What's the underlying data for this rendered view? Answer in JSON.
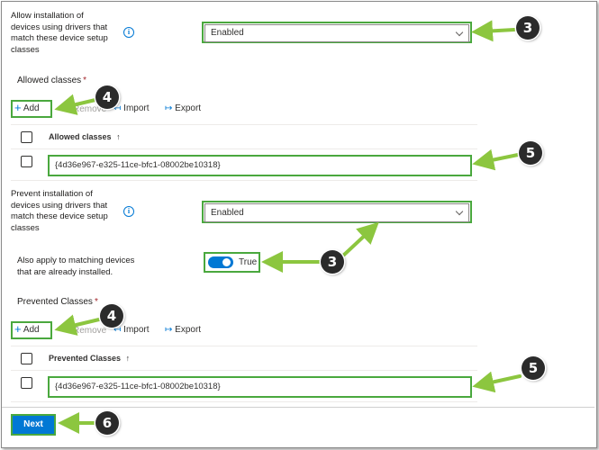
{
  "allow_section": {
    "label_lines": [
      "Allow installation of",
      "devices using drivers that",
      "match these device setup",
      "classes"
    ],
    "dropdown_value": "Enabled",
    "classes_title": "Allowed classes",
    "required_mark": "*",
    "toolbar": {
      "add": "Add",
      "remove": "Remove",
      "import": "Import",
      "export": "Export"
    },
    "grid_header": "Allowed classes",
    "sort_indicator": "↑",
    "row_value": "{4d36e967-e325-11ce-bfc1-08002be10318}"
  },
  "prevent_section": {
    "label_lines": [
      "Prevent installation of",
      "devices using drivers that",
      "match these device setup",
      "classes"
    ],
    "dropdown_value": "Enabled",
    "also_apply_lines": [
      "Also apply to matching devices",
      "that are already installed."
    ],
    "toggle_label": "True",
    "classes_title": "Prevented Classes",
    "required_mark": "*",
    "toolbar": {
      "add": "Add",
      "remove": "Remove",
      "import": "Import",
      "export": "Export"
    },
    "grid_header": "Prevented Classes",
    "sort_indicator": "↑",
    "row_value": "{4d36e967-e325-11ce-bfc1-08002be10318}"
  },
  "footer": {
    "next_label": "Next"
  },
  "callouts": {
    "dropdown": "3",
    "add": "4",
    "row": "5",
    "next": "6"
  },
  "colors": {
    "accent": "#0078d4",
    "highlight": "#4aa83e",
    "callout_arrow": "#8cc63f",
    "badge": "#2b2b2b"
  },
  "icons": {
    "info": "info-icon",
    "import": "import-icon",
    "export": "export-icon",
    "add": "plus-icon"
  }
}
